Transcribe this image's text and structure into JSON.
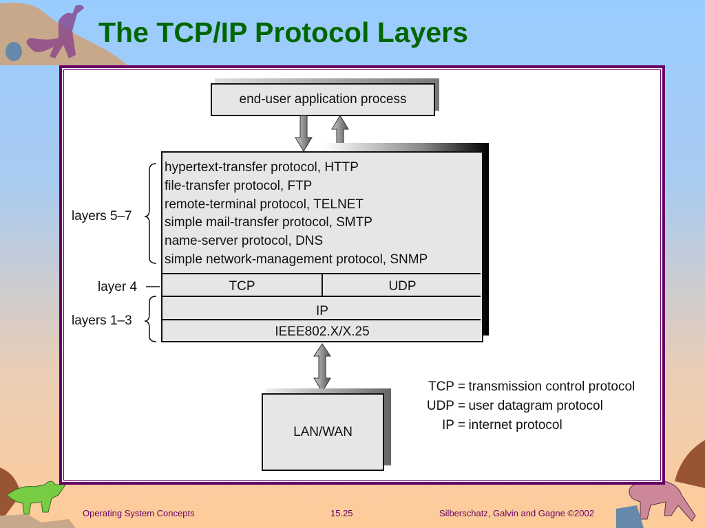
{
  "slide": {
    "title": "The TCP/IP Protocol Layers"
  },
  "diagram": {
    "app_box": "end-user application process",
    "app_protocols": [
      "hypertext-transfer protocol, HTTP",
      "file-transfer protocol, FTP",
      "remote-terminal protocol, TELNET",
      "simple mail-transfer protocol, SMTP",
      "name-server protocol, DNS",
      "simple network-management protocol, SNMP"
    ],
    "transport": [
      "TCP",
      "UDP"
    ],
    "network": "IP",
    "link": "IEEE802.X/X.25",
    "network_box": "LAN/WAN",
    "side_labels": {
      "upper": "layers 5–7",
      "middle": "layer 4",
      "lower": "layers 1–3"
    },
    "legend": [
      {
        "abbr": "TCP =",
        "full": "transmission control protocol"
      },
      {
        "abbr": "UDP =",
        "full": "user datagram protocol"
      },
      {
        "abbr": "IP =",
        "full": "internet protocol"
      }
    ]
  },
  "footer": {
    "left": "Operating System Concepts",
    "center": "15.25",
    "right": "Silberschatz, Galvin and  Gagne ©2002"
  },
  "colors": {
    "title": "#006600",
    "frame": "#660066",
    "footer": "#660066"
  }
}
